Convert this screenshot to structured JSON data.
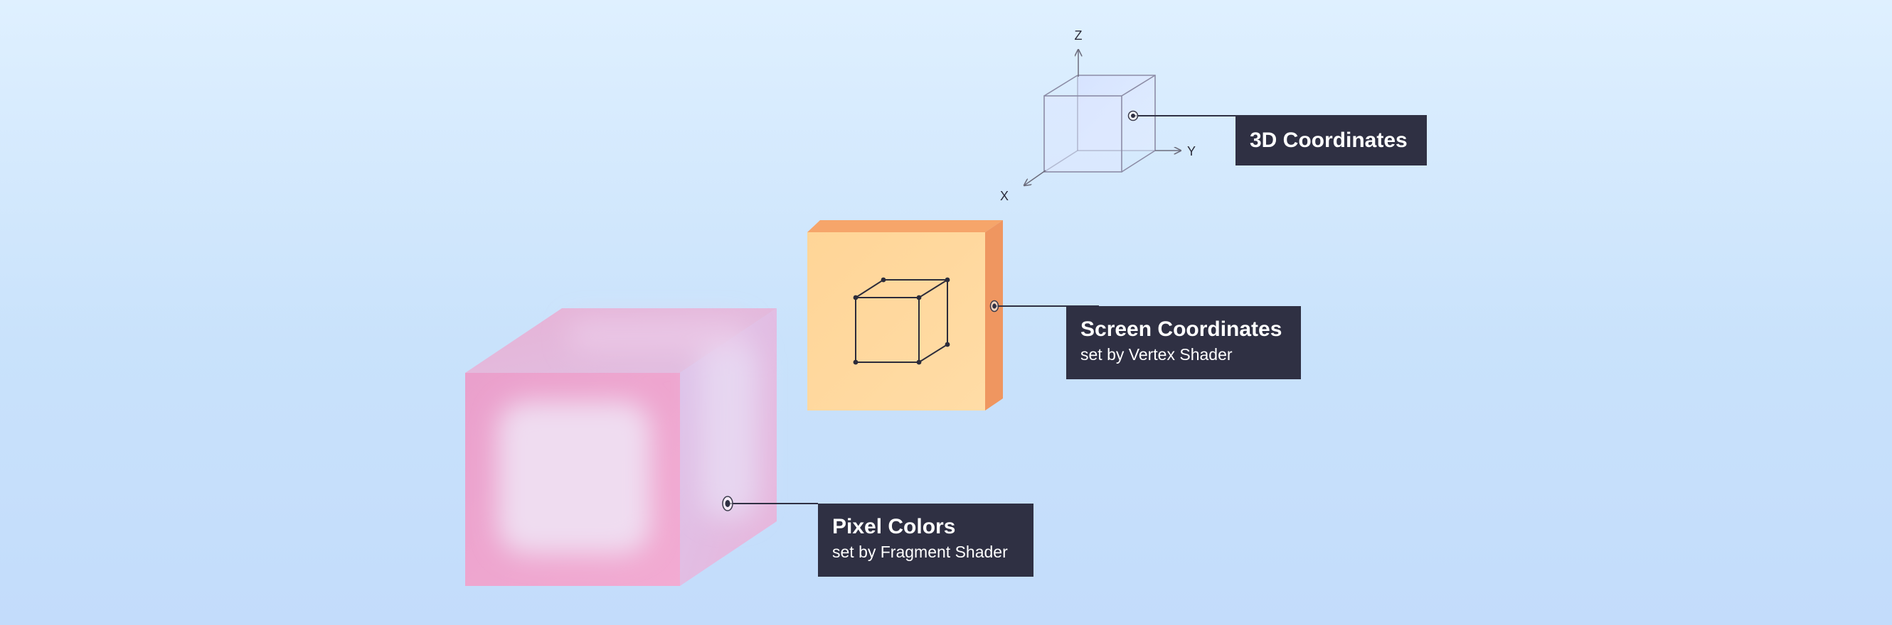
{
  "labels": {
    "coordinates_3d": {
      "title": "3D Coordinates"
    },
    "screen_coordinates": {
      "title": "Screen Coordinates",
      "subtitle": "set by Vertex Shader"
    },
    "pixel_colors": {
      "title": "Pixel Colors",
      "subtitle": "set by Fragment Shader"
    }
  },
  "axes": {
    "z": "Z",
    "y": "Y",
    "x": "X"
  },
  "colors": {
    "background_top": "#dff0ff",
    "background_bottom": "#c3dcfb",
    "label_bg": "#2f3043",
    "label_text": "#ffffff",
    "screen_face": "#ffd89a",
    "screen_side": "#f09a60",
    "pixel_cube_front": "#eea8cf",
    "pixel_cube_top": "#eab8d8",
    "pixel_cube_side": "#dcc0e8",
    "wire_cube_line": "#8a8aa8"
  }
}
